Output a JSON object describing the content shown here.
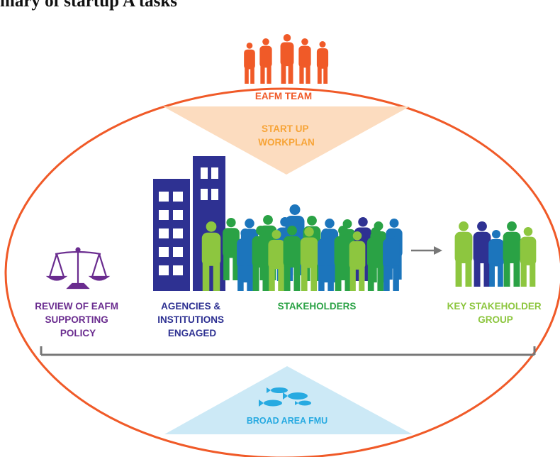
{
  "header": {
    "title": "mary of startup A tasks"
  },
  "diagram": {
    "team_label": "EAFM TEAM",
    "workplan_lines": [
      "START UP",
      "WORKPLAN"
    ],
    "policy_lines": [
      "REVIEW OF EAFM",
      "SUPPORTING",
      "POLICY"
    ],
    "agencies_lines": [
      "AGENCIES &",
      "INSTITUTIONS",
      "ENGAGED"
    ],
    "stakeholders_label": "STAKEHOLDERS",
    "key_group_lines": [
      "KEY STAKEHOLDER",
      "GROUP"
    ],
    "fmu_label": "BROAD AREA FMU"
  },
  "colors": {
    "orange": "#f05a28",
    "light_orange": "#fcdcbf",
    "workplan_text": "#f7a437",
    "purple": "#6a2c8f",
    "navy": "#2e3192",
    "blue": "#1c75bc",
    "green": "#2aa245",
    "lime": "#8dc63f",
    "light_blue": "#cce9f6",
    "cyan": "#27aae1",
    "gray": "#777777"
  }
}
